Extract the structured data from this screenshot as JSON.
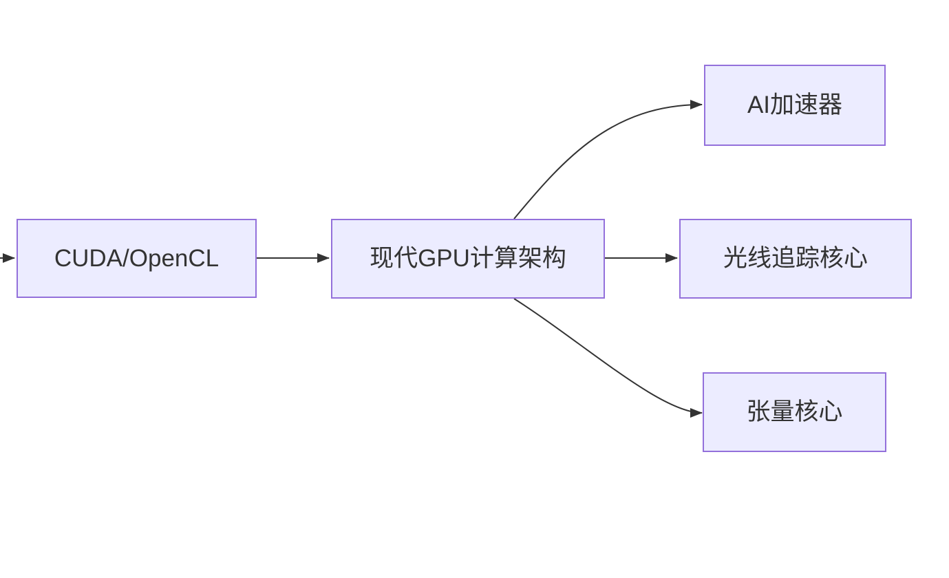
{
  "diagram": {
    "type": "flowchart-LR",
    "nodes": [
      {
        "id": "cuda-opencl",
        "label": "CUDA/OpenCL"
      },
      {
        "id": "gpu-arch",
        "label": "现代GPU计算架构"
      },
      {
        "id": "ai-accelerator",
        "label": "AI加速器"
      },
      {
        "id": "ray-tracing-core",
        "label": "光线追踪核心"
      },
      {
        "id": "tensor-core",
        "label": "张量核心"
      }
    ],
    "edges": [
      {
        "from": "offscreen-left",
        "to": "cuda-opencl"
      },
      {
        "from": "cuda-opencl",
        "to": "gpu-arch"
      },
      {
        "from": "gpu-arch",
        "to": "ai-accelerator"
      },
      {
        "from": "gpu-arch",
        "to": "ray-tracing-core"
      },
      {
        "from": "gpu-arch",
        "to": "tensor-core"
      }
    ],
    "colors": {
      "node_fill": "#ECECFF",
      "node_border": "#9370DB",
      "edge": "#333333",
      "text": "#333333",
      "background": "#FFFFFF"
    }
  }
}
